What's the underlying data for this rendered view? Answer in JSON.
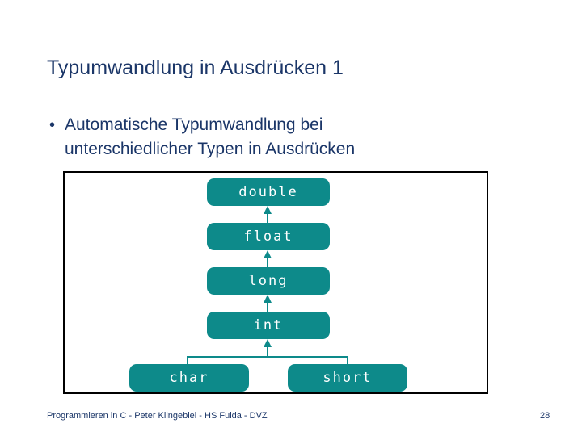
{
  "slide": {
    "title": "Typumwandlung in Ausdrücken 1",
    "bullet_marker": "•",
    "bullet_line1": "Automatische Typumwandlung bei",
    "bullet_line2": "unterschiedlicher Typen in Ausdrücken"
  },
  "diagram": {
    "promotion_chain": [
      {
        "label": "double"
      },
      {
        "label": "float"
      },
      {
        "label": "long"
      },
      {
        "label": "int"
      }
    ],
    "leaves": [
      {
        "label": "char"
      },
      {
        "label": "short"
      }
    ],
    "box_color": "#0d8a8a",
    "text_color": "#ffffff",
    "arrow_color": "#0d8a8a",
    "frame_color": "#000000"
  },
  "footer": {
    "credit": "Programmieren in C - Peter Klingebiel - HS Fulda - DVZ",
    "page_number": "28"
  },
  "theme": {
    "background": "#ffffff",
    "title_color": "#1b3668",
    "body_color": "#1b3668"
  }
}
